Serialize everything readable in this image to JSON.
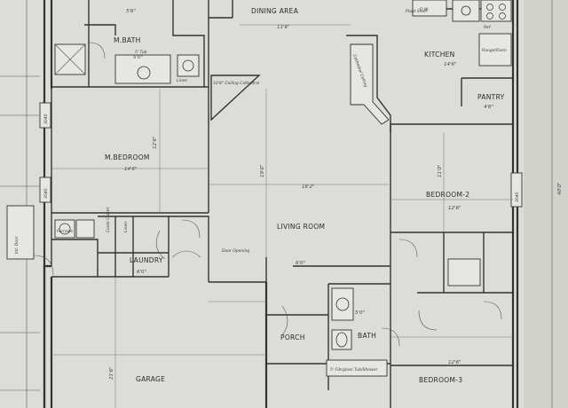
{
  "rooms": {
    "dining_area": "DINING AREA",
    "m_bath": "M.BATH",
    "kitchen": "KITCHEN",
    "pantry": "PANTRY",
    "m_bedroom": "M.BEDROOM",
    "living_room": "LIVING ROOM",
    "bedroom_2": "BEDROOM-2",
    "laundry": "LAUNDRY",
    "garage": "GARAGE",
    "porch": "PORCH",
    "bath": "BATH",
    "bedroom_3": "BEDROOM-3"
  },
  "dims": {
    "dining": "11'6\"",
    "mbath_a": "5'6\"",
    "mbath_b": "5'0\"",
    "kitchen": "14'6\"",
    "pantry": "4'6\"",
    "mbed": "14'6\"",
    "mbed_v": "12'6\"",
    "living": "16'2\"",
    "living_v": "19'6\"",
    "bed2": "12'6\"",
    "bed2_v": "11'0\"",
    "laundry_w": "6'0\"",
    "garage_v": "21'6\"",
    "porch": "6'0\"",
    "bath": "5'0\"",
    "bed3": "12'6\"",
    "win_left_a": "3040",
    "win_left_b": "3040",
    "win_right": "3040",
    "right_total": "40'0\""
  },
  "notes": {
    "kitchen_ceiling": "Cathedral Ceiling",
    "pantry_note": "Plant Shelf",
    "linen": "Linen",
    "garage_door": "Int. Door",
    "furnace": "Furnace",
    "ceiling_living": "10'8\" Ceiling Cathedral",
    "window_note": "Door Opening",
    "closet_a": "Coats Closet",
    "closet_b": "Linen",
    "fiberglass_tub": "5' Fibrglass Tub/Shower",
    "tub": "5' Tub",
    "range": "Range/Oven",
    "dw": "D.W.",
    "ref": "Ref"
  }
}
